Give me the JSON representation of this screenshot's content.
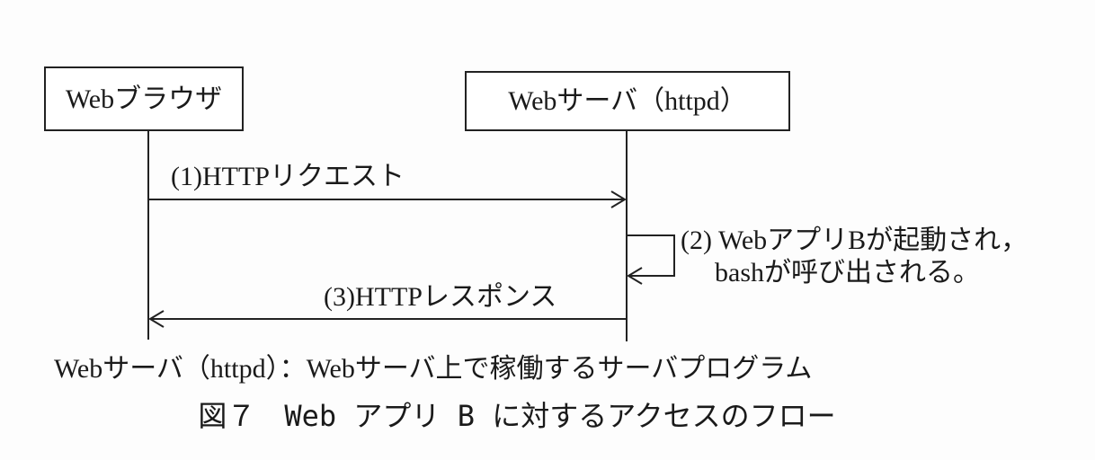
{
  "participants": {
    "browser": "Webブラウザ",
    "server": "Webサーバ（httpd）"
  },
  "messages": {
    "request": "(1)HTTPリクエスト",
    "self_line1": "(2) WebアプリBが起動され，",
    "self_line2": "bashが呼び出される。",
    "response": "(3)HTTPレスポンス"
  },
  "note": "Webサーバ（httpd）：Webサーバ上で稼働するサーバプログラム",
  "caption": "図７　Web アプリ B に対するアクセスのフロー"
}
